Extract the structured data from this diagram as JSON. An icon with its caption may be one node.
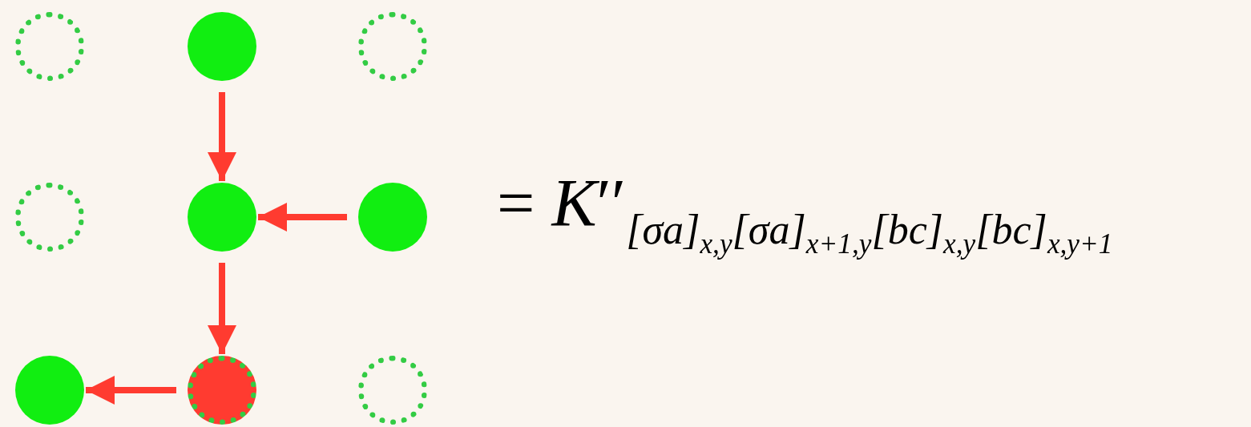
{
  "diagram": {
    "nodes": [
      {
        "text": [],
        "shape": "circle"
      },
      {
        "text": [],
        "shape": "circle"
      },
      {
        "text": [],
        "shape": "circle"
      },
      {
        "text": [],
        "shape": "circle"
      },
      {
        "text": [],
        "shape": "circle"
      },
      {
        "text": [],
        "shape": "circle"
      },
      {
        "text": [],
        "shape": "circle"
      },
      {
        "text": [],
        "shape": "circle"
      },
      {
        "text": [],
        "shape": "circle"
      }
    ],
    "edges": [
      {
        "from": 1,
        "to": 4,
        "arrow": "to"
      },
      {
        "from": 5,
        "to": 4,
        "arrow": "to"
      },
      {
        "from": 4,
        "to": 7,
        "arrow": "to"
      },
      {
        "from": 7,
        "to": 6,
        "arrow": "to"
      }
    ],
    "labels": [
      "= *K*′′$_{[σa]}$$_{x,y}$$_{[σa]}$$_{x+1,y}$$_{[bc]}$$_{x,y}$$_{[bc]}$$_{x,y+1}$"
    ]
  }
}
